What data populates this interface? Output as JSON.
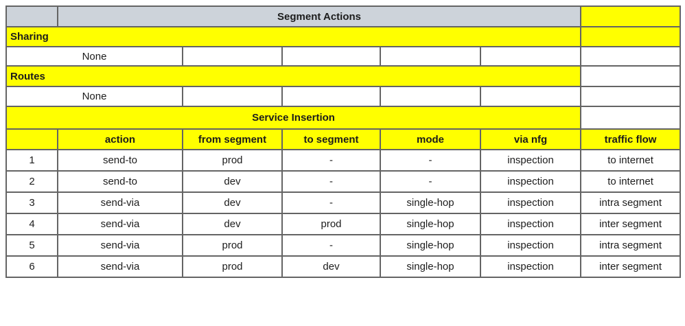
{
  "colors": {
    "band_yellow": "#FFFF00",
    "band_gray": "#CDD3DA",
    "border_inner": "#646464",
    "border_outer": "#3A3A3A",
    "text": "#1C1C1C"
  },
  "top_header": {
    "title": "Segment Actions"
  },
  "sections": {
    "sharing": {
      "label": "Sharing",
      "value": "None"
    },
    "routes": {
      "label": "Routes",
      "value": "None"
    },
    "service_insertion": {
      "label": "Service Insertion"
    }
  },
  "columns": {
    "row_num": "",
    "action": "action",
    "from_segment": "from segment",
    "to_segment": "to segment",
    "mode": "mode",
    "via_nfg": "via nfg",
    "traffic_flow": "traffic flow"
  },
  "rows": [
    {
      "n": "1",
      "action": "send-to",
      "from_segment": "prod",
      "to_segment": "-",
      "mode": "-",
      "via_nfg": "inspection",
      "traffic_flow": "to internet"
    },
    {
      "n": "2",
      "action": "send-to",
      "from_segment": "dev",
      "to_segment": "-",
      "mode": "-",
      "via_nfg": "inspection",
      "traffic_flow": "to internet"
    },
    {
      "n": "3",
      "action": "send-via",
      "from_segment": "dev",
      "to_segment": "-",
      "mode": "single-hop",
      "via_nfg": "inspection",
      "traffic_flow": "intra segment"
    },
    {
      "n": "4",
      "action": "send-via",
      "from_segment": "dev",
      "to_segment": "prod",
      "mode": "single-hop",
      "via_nfg": "inspection",
      "traffic_flow": "inter segment"
    },
    {
      "n": "5",
      "action": "send-via",
      "from_segment": "prod",
      "to_segment": "-",
      "mode": "single-hop",
      "via_nfg": "inspection",
      "traffic_flow": "intra segment"
    },
    {
      "n": "6",
      "action": "send-via",
      "from_segment": "prod",
      "to_segment": "dev",
      "mode": "single-hop",
      "via_nfg": "inspection",
      "traffic_flow": "inter segment"
    }
  ]
}
